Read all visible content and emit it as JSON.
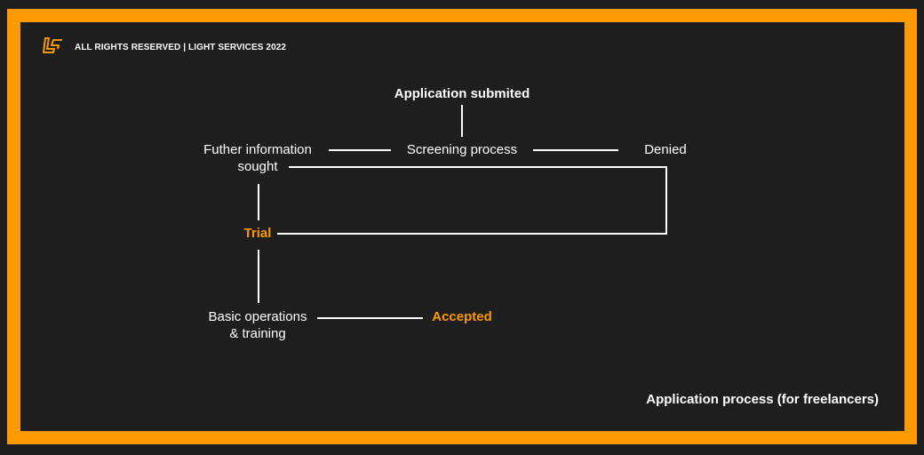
{
  "header": {
    "copyright": "ALL RIGHTS RESERVED | LIGHT SERVICES 2022",
    "logo_icon": "ls-logo-icon"
  },
  "diagram": {
    "nodes": {
      "submitted": "Application submited",
      "screening": "Screening process",
      "further_info_line1": "Futher information",
      "further_info_line2": "sought",
      "denied": "Denied",
      "trial": "Trial",
      "basic_line1": "Basic operations",
      "basic_line2": "& training",
      "accepted": "Accepted"
    },
    "caption": "Application process (for freelancers)"
  },
  "colors": {
    "accent": "#ff9900",
    "background": "#1e1e1e",
    "text": "#ffffff",
    "line": "#ffffff"
  }
}
